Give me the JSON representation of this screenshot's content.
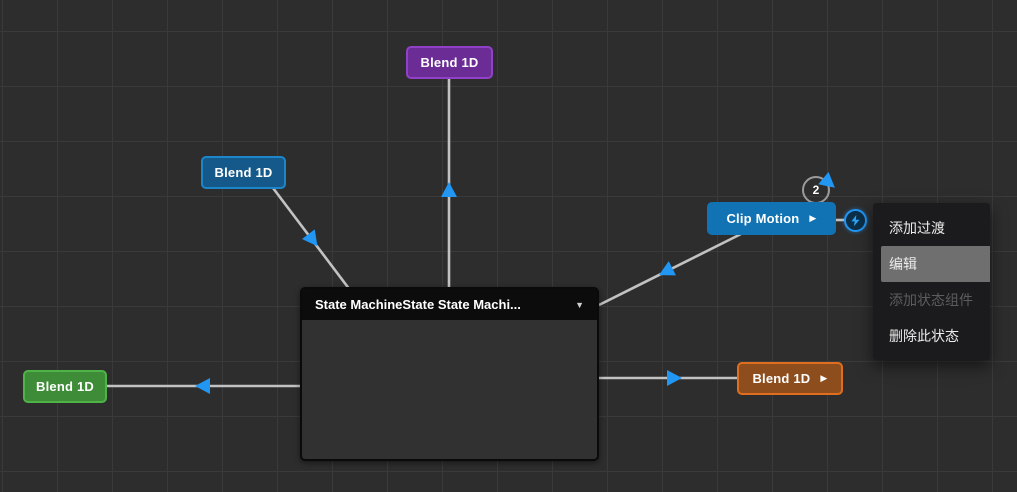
{
  "graph": {
    "nodes": [
      {
        "id": "blend-1d-top",
        "label": "Blend 1D",
        "color": "#6b2d95",
        "border": "#9140c8"
      },
      {
        "id": "blend-1d-left",
        "label": "Blend 1D",
        "color": "#14598a",
        "border": "#1d86c8"
      },
      {
        "id": "clip-motion",
        "label": "Clip Motion",
        "color": "#1173b4",
        "border": "#1173b4",
        "has_play_icon": true
      },
      {
        "id": "state-machine",
        "label": "State MachineState State Machi...",
        "header_color": "#0c0c0c",
        "body_color": "#313131",
        "has_dropdown_icon": true
      },
      {
        "id": "blend-1d-green",
        "label": "Blend 1D",
        "color": "#3e8c37",
        "border": "#4fb447"
      },
      {
        "id": "blend-1d-orange",
        "label": "Blend 1D",
        "color": "#8d4d1d",
        "border": "#df6f1e",
        "has_play_icon": true
      }
    ],
    "self_transition_badge": {
      "count": "2"
    },
    "badges": [
      {
        "id": "lightning-badge",
        "icon": "lightning-bolt-icon",
        "color": "#2196f3"
      }
    ],
    "colors": {
      "background": "#2d2d2d",
      "grid_line": "#3a3a3a",
      "edge": "#c2c2c2",
      "arrowhead": "#2196f3",
      "loop_ring": "#9b9b9b"
    }
  },
  "icons": {
    "play": "▶",
    "dropdown": "▼"
  },
  "context_menu": {
    "items": [
      {
        "label": "添加过渡",
        "state": "normal"
      },
      {
        "label": "编辑",
        "state": "highlighted"
      },
      {
        "label": "添加状态组件",
        "state": "disabled"
      },
      {
        "label": "删除此状态",
        "state": "normal"
      }
    ]
  }
}
